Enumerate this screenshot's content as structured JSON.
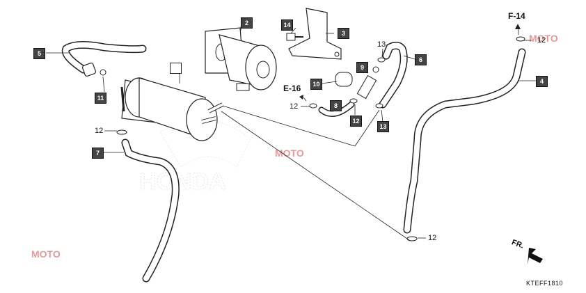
{
  "diagram": {
    "callouts": {
      "p2": "2",
      "p3": "3",
      "p4": "4",
      "p5": "5",
      "p6": "6",
      "p7": "7",
      "p8": "8",
      "p9": "9",
      "p10": "10",
      "p11": "11",
      "p12": "12",
      "p13": "13",
      "p14": "14",
      "p1": ""
    },
    "plain_labels": {
      "l12_left": "12",
      "l12_e16": "12",
      "l13_top": "13",
      "l12_f14": "12",
      "l12_bottom": "12"
    },
    "refs": {
      "e16": "E-16",
      "f14": "F-14"
    },
    "direction": "FR.",
    "drawing_code": "KTEFF1810",
    "watermark_brand": "HONDA",
    "watermark_logo": "MOTO"
  }
}
